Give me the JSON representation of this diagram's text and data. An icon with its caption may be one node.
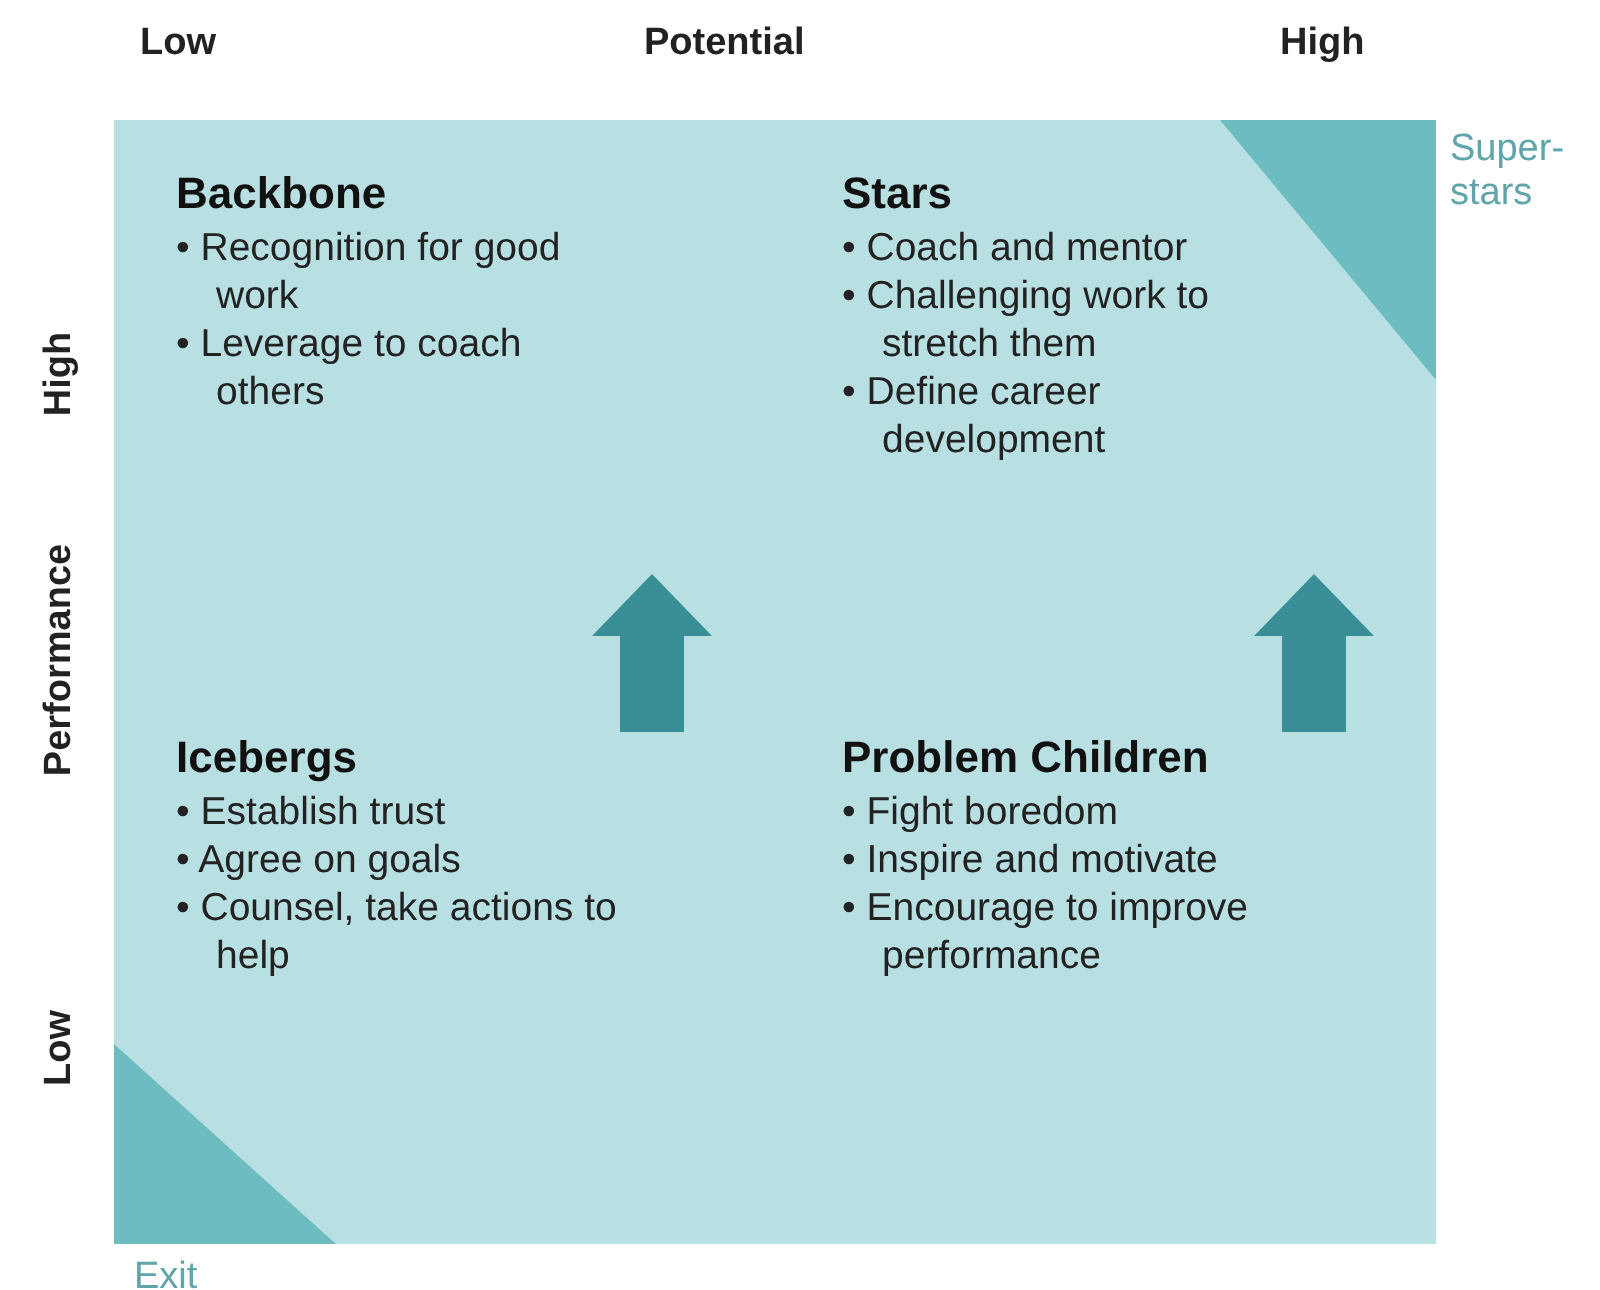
{
  "diagram": {
    "nodes": [
      {
        "text": [
          "Backbone",
          "• Recognition for good work",
          "• Leverage to coach others"
        ]
      },
      {
        "text": [
          "Stars",
          "• Coach and mentor",
          "• Challenging work to stretch them",
          "• Define career development"
        ]
      },
      {
        "text": [
          "Icebergs",
          "• Establish trust",
          "• Agree on goals",
          "• Counsel, take actions to help"
        ]
      },
      {
        "text": [
          "Problem Children",
          "• Fight boredom",
          "• Inspire and motivate",
          "• Encourage to improve performance"
        ]
      },
      {
        "text": [],
        "shape": "triangle",
        "in": 1,
        "beside": [
          "Super-stars"
        ]
      },
      {
        "text": [],
        "shape": "triangle",
        "in": 2,
        "beside": [
          "Exit"
        ]
      }
    ],
    "edges": [
      {
        "from": 2,
        "to": 0,
        "arrow": "to",
        "style": "thick"
      },
      {
        "from": 3,
        "to": 1,
        "arrow": "to",
        "style": "thick"
      }
    ],
    "labels": [
      "Low",
      "Potential",
      "High",
      "High",
      "Performance",
      "Low"
    ]
  }
}
